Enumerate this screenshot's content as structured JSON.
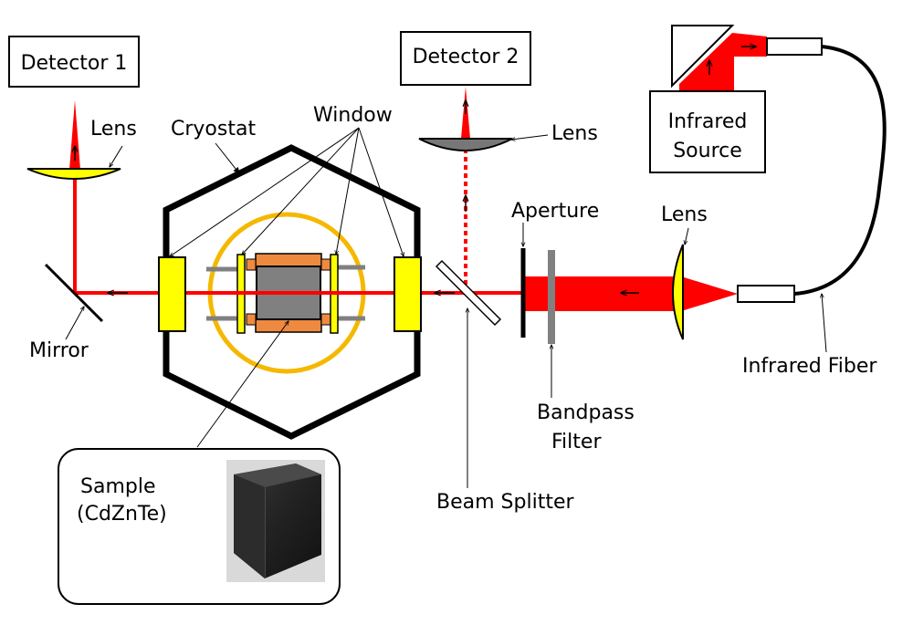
{
  "labels": {
    "detector1": "Detector 1",
    "detector2": "Detector 2",
    "lens_left": "Lens",
    "lens_middle": "Lens",
    "lens_right": "Lens",
    "cryostat": "Cryostat",
    "window": "Window",
    "aperture": "Aperture",
    "infrared_source_line1": "Infrared",
    "infrared_source_line2": "Source",
    "mirror": "Mirror",
    "infrared_fiber": "Infrared Fiber",
    "bandpass_line1": "Bandpass",
    "bandpass_line2": "Filter",
    "beam_splitter": "Beam Splitter",
    "sample_line1": "Sample",
    "sample_line2": "(CdZnTe)"
  },
  "colors": {
    "beam": "#ff0000",
    "window": "#ffff00",
    "lens": "#ffff00",
    "sample_holder_ring": "#f5b800",
    "sample_plates": "#ee8a40",
    "sample_block": "#808080",
    "filter": "#808080",
    "outline": "#000000"
  },
  "icons": {
    "sample_photo": "cdznte-crystal-photo",
    "beam_direction": "arrow-icon"
  }
}
